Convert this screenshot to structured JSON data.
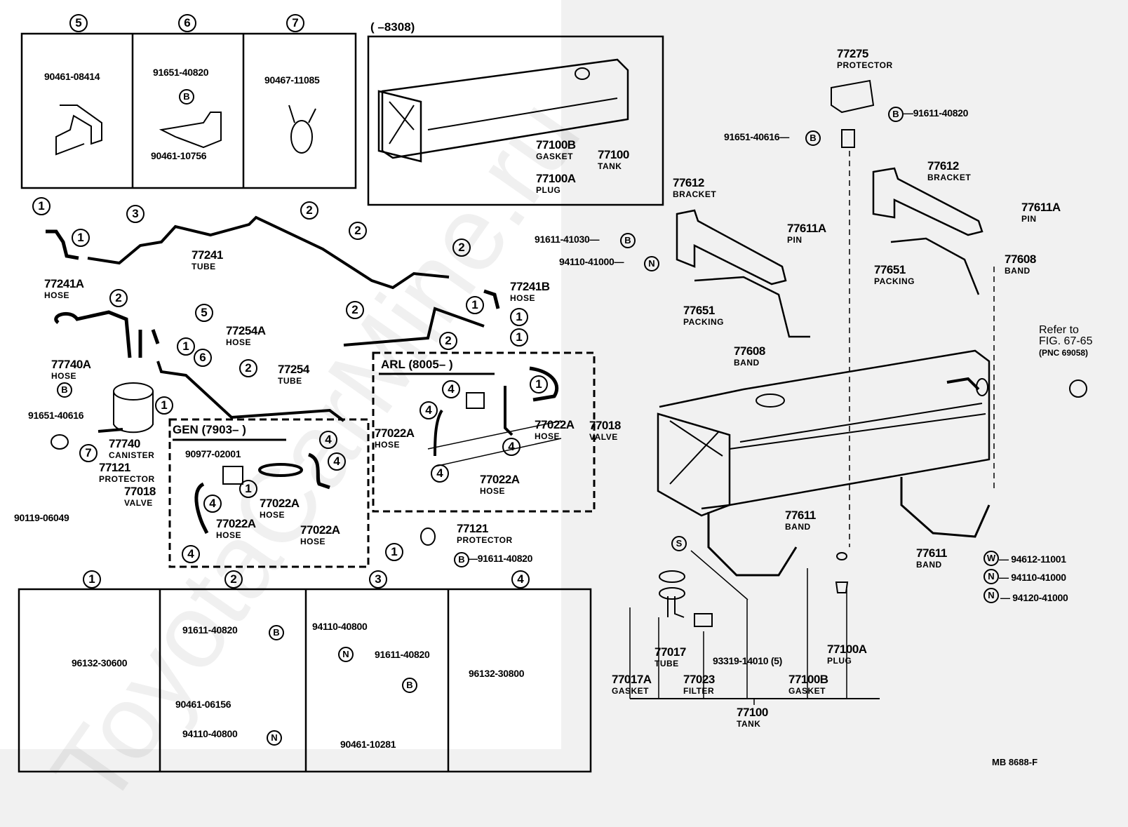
{
  "figure": {
    "code": "MB 8688-F",
    "watermark": "ToyotaCarMine.ru"
  },
  "inset_boxes": [
    {
      "ref": "5",
      "parts": [
        "90461-08414"
      ]
    },
    {
      "ref": "6",
      "parts": [
        "91651-40820",
        "B",
        "90461-10756"
      ]
    },
    {
      "ref": "7",
      "parts": [
        "90467-11085"
      ]
    }
  ],
  "bottom_boxes": [
    {
      "ref": "1",
      "parts": [
        "96132-30600"
      ]
    },
    {
      "ref": "2",
      "parts": [
        "91611-40820",
        "B",
        "90461-06156",
        "94110-40800",
        "N"
      ]
    },
    {
      "ref": "3",
      "parts": [
        "94110-40800",
        "N",
        "91611-40820",
        "B",
        "90461-10281"
      ]
    },
    {
      "ref": "4",
      "parts": [
        "96132-30800"
      ]
    }
  ],
  "early_tank_box": {
    "range": "(        –8308)",
    "items": [
      {
        "num": "77100B",
        "name": "GASKET"
      },
      {
        "num": "77100A",
        "name": "PLUG"
      },
      {
        "num": "77100",
        "name": "TANK"
      }
    ]
  },
  "gen_box": {
    "title": "GEN (7903–          )"
  },
  "arl_box": {
    "title": "ARL (8005–          )"
  },
  "parts": {
    "p77241A": {
      "num": "77241A",
      "name": "HOSE"
    },
    "p77241": {
      "num": "77241",
      "name": "TUBE"
    },
    "p77241B": {
      "num": "77241B",
      "name": "HOSE"
    },
    "p77254A": {
      "num": "77254A",
      "name": "HOSE"
    },
    "p77254": {
      "num": "77254",
      "name": "TUBE"
    },
    "p77740A": {
      "num": "77740A",
      "name": "HOSE"
    },
    "p77740": {
      "num": "77740",
      "name": "CANISTER"
    },
    "p77121a": {
      "num": "77121",
      "name": "PROTECTOR"
    },
    "p77018a": {
      "num": "77018",
      "name": "VALVE"
    },
    "p77018b": {
      "num": "77018",
      "name": "VALVE"
    },
    "p77121b": {
      "num": "77121",
      "name": "PROTECTOR"
    },
    "g77022a1": {
      "num": "77022A",
      "name": "HOSE"
    },
    "g77022a2": {
      "num": "77022A",
      "name": "HOSE"
    },
    "g77022a3": {
      "num": "77022A",
      "name": "HOSE"
    },
    "a77022a1": {
      "num": "77022A",
      "name": "HOSE"
    },
    "a77022a2": {
      "num": "77022A",
      "name": "HOSE"
    },
    "a77022a3": {
      "num": "77022A",
      "name": "HOSE"
    },
    "p77275": {
      "num": "77275",
      "name": "PROTECTOR"
    },
    "p77612a": {
      "num": "77612",
      "name": "BRACKET"
    },
    "p77612b": {
      "num": "77612",
      "name": "BRACKET"
    },
    "p77611Aa": {
      "num": "77611A",
      "name": "PIN"
    },
    "p77611Ab": {
      "num": "77611A",
      "name": "PIN"
    },
    "p77651a": {
      "num": "77651",
      "name": "PACKING"
    },
    "p77651b": {
      "num": "77651",
      "name": "PACKING"
    },
    "p77608a": {
      "num": "77608",
      "name": "BAND"
    },
    "p77608b": {
      "num": "77608",
      "name": "BAND"
    },
    "p77611a": {
      "num": "77611",
      "name": "BAND"
    },
    "p77611b": {
      "num": "77611",
      "name": "BAND"
    },
    "p77017": {
      "num": "77017",
      "name": "TUBE"
    },
    "p77017A": {
      "num": "77017A",
      "name": "GASKET"
    },
    "p77023": {
      "num": "77023",
      "name": "FILTER"
    },
    "p77100A": {
      "num": "77100A",
      "name": "PLUG"
    },
    "p77100B": {
      "num": "77100B",
      "name": "GASKET"
    },
    "p77100": {
      "num": "77100",
      "name": "TANK"
    }
  },
  "standard_parts": {
    "s90977": "90977-02001",
    "s91651_40616a": "91651-40616",
    "s90119": "90119-06049",
    "s91611_40820a": "—91611-40820",
    "s91611_40820b": "—91611-40820",
    "s91651_40616b": "91651-40616—",
    "s91611_41030": "91611-41030—",
    "s94110_41000a": "94110-41000—",
    "s94612": "— 94612-11001",
    "s94110_41000b": "— 94110-41000",
    "s94120": "— 94120-41000",
    "s93319": "93319-14010 (5)"
  },
  "symbols": {
    "B": "B",
    "N": "N",
    "W": "W",
    "S": "S"
  },
  "refer": {
    "line1": "Refer to",
    "line2": "FIG. 67-65",
    "line3": "(PNC 69058)"
  },
  "callouts": [
    "1",
    "2",
    "3",
    "4",
    "5",
    "6",
    "7"
  ]
}
